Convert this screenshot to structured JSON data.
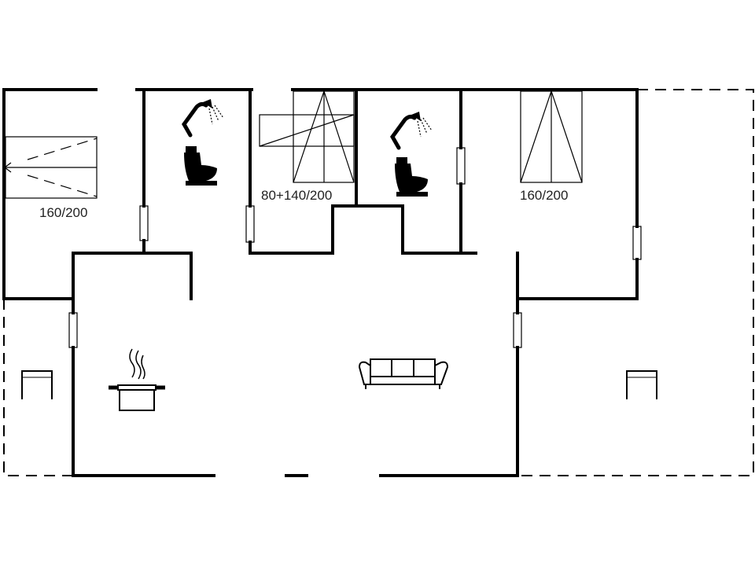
{
  "floor_plan": {
    "rooms": [
      {
        "id": "bedroom-left",
        "bed_label": "160/200"
      },
      {
        "id": "bathroom-1"
      },
      {
        "id": "bedroom-middle",
        "bed_label": "80+140/200"
      },
      {
        "id": "bathroom-2"
      },
      {
        "id": "bedroom-right",
        "bed_label": "160/200"
      },
      {
        "id": "kitchen"
      },
      {
        "id": "living-room"
      }
    ],
    "icons": [
      "shower-icon",
      "toilet-icon",
      "cooking-pot-icon",
      "sofa-icon",
      "garden-chair-icon"
    ]
  }
}
